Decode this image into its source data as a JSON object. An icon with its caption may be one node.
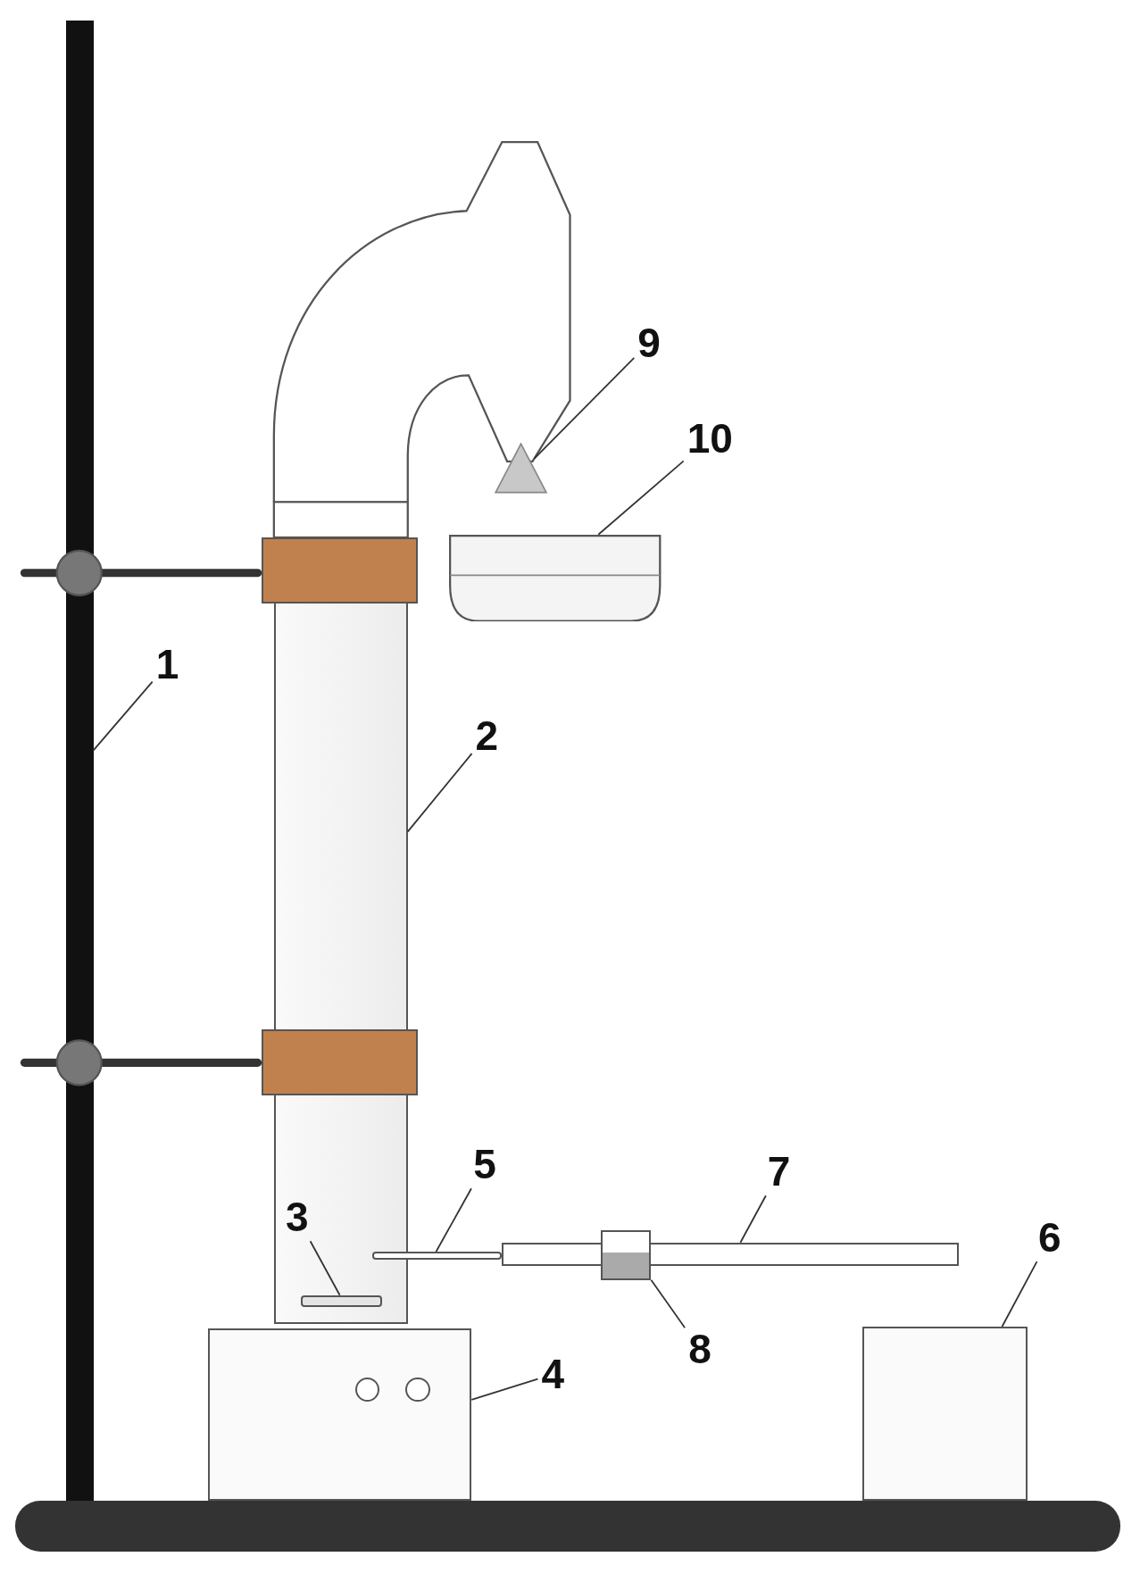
{
  "diagram": {
    "nodes": [
      {
        "text": [
          "1"
        ]
      },
      {
        "text": [
          "2"
        ]
      },
      {
        "text": [
          "3"
        ],
        "in": 11
      },
      {
        "text": [
          "4"
        ]
      },
      {
        "text": [
          "5"
        ]
      },
      {
        "text": [
          "6"
        ]
      },
      {
        "text": [
          "7"
        ]
      },
      {
        "text": [
          "8"
        ]
      },
      {
        "text": [
          "9"
        ]
      },
      {
        "text": [
          "10"
        ]
      },
      {
        "text": [],
        "shape": "bar"
      },
      {
        "text": [],
        "shape": "cylinder"
      },
      {
        "text": [],
        "shape": "bar",
        "in": 11
      },
      {
        "text": [],
        "shape": "box"
      },
      {
        "text": [],
        "shape": "bar"
      },
      {
        "text": [],
        "shape": "box"
      },
      {
        "text": [],
        "shape": "bar"
      },
      {
        "text": [],
        "shape": "box"
      },
      {
        "text": [],
        "shape": "triangle"
      },
      {
        "text": [],
        "shape": "bowl"
      },
      {
        "text": [],
        "shape": "bar"
      },
      {
        "text": [],
        "shape": "box",
        "in": 11
      },
      {
        "text": [],
        "shape": "box",
        "in": 11
      }
    ],
    "edges": [
      {
        "from": 0,
        "to": 10,
        "arrow": "none"
      },
      {
        "from": 1,
        "to": 11,
        "arrow": "none"
      },
      {
        "from": 2,
        "to": 12,
        "arrow": "none"
      },
      {
        "from": 3,
        "to": 13,
        "arrow": "none"
      },
      {
        "from": 4,
        "to": 14,
        "arrow": "none"
      },
      {
        "from": 5,
        "to": 15,
        "arrow": "none"
      },
      {
        "from": 6,
        "to": 16,
        "arrow": "none"
      },
      {
        "from": 7,
        "to": 17,
        "arrow": "none"
      },
      {
        "from": 8,
        "to": 18,
        "arrow": "none"
      },
      {
        "from": 9,
        "to": 19,
        "arrow": "none"
      }
    ]
  }
}
